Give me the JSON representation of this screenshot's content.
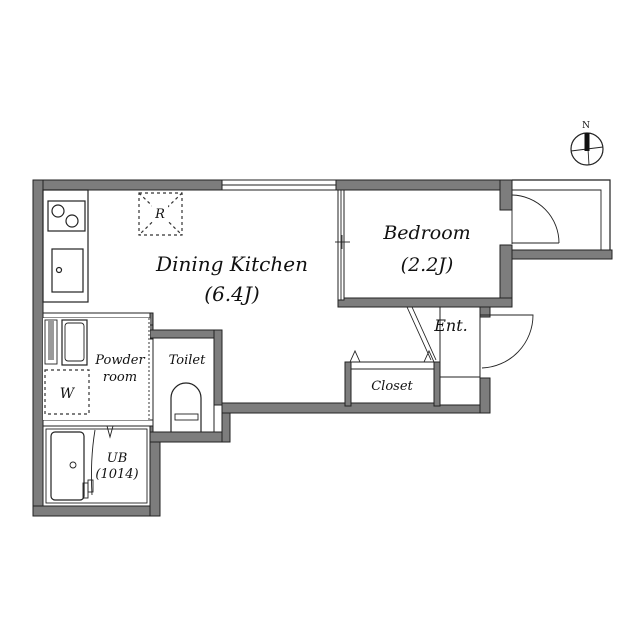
{
  "floor_plan": {
    "compass": {
      "label": "N"
    },
    "rooms": [
      {
        "id": "dining-kitchen",
        "name": "Dining Kitchen",
        "size": "(6.4J)"
      },
      {
        "id": "bedroom",
        "name": "Bedroom",
        "size": "(2.2J)"
      },
      {
        "id": "powder-room",
        "name_line1": "Powder",
        "name_line2": "room"
      },
      {
        "id": "toilet",
        "name": "Toilet"
      },
      {
        "id": "unit-bath",
        "name": "UB",
        "size": "(1014)"
      },
      {
        "id": "closet",
        "name": "Closet"
      },
      {
        "id": "entrance",
        "name": "Ent."
      }
    ],
    "fixtures": {
      "refrigerator": "R",
      "washer": "W"
    }
  }
}
